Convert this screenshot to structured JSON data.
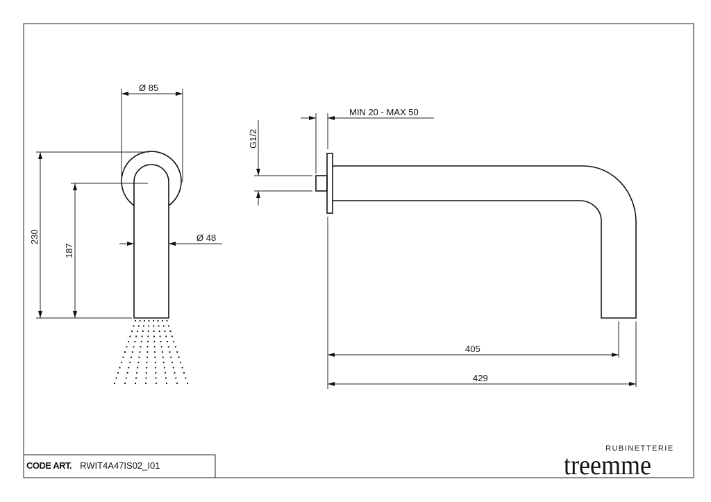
{
  "front_view": {
    "dim_outer_diameter": "Ø 85",
    "dim_pipe_diameter": "Ø 48",
    "dim_total_height": "230",
    "dim_center_height": "187"
  },
  "side_view": {
    "dim_wall": "MIN 20 - MAX 50",
    "dim_thread": "G1/2",
    "dim_inner_length": "405",
    "dim_total_length": "429"
  },
  "title_block": {
    "code_label": "CODE ART.",
    "code_value": "RWIT4A47IS02_I01"
  },
  "logo": {
    "brand": "treemme",
    "subtitle": "RUBINETTERIE"
  }
}
